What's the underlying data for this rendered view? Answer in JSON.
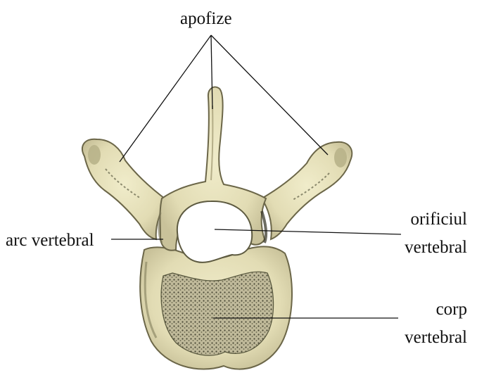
{
  "labels": {
    "apofize": "apofize",
    "arc_vertebral": "arc vertebral",
    "orificiul_line1": "orificiul",
    "orificiul_line2": "vertebral",
    "corp_line1": "corp",
    "corp_line2": "vertebral"
  },
  "colors": {
    "bone": "#e7e2bd",
    "bone_shadow": "#a8a275",
    "bone_dark": "#4a4a32",
    "body_texture": "#c9c3a0",
    "leader_line": "#111111"
  }
}
